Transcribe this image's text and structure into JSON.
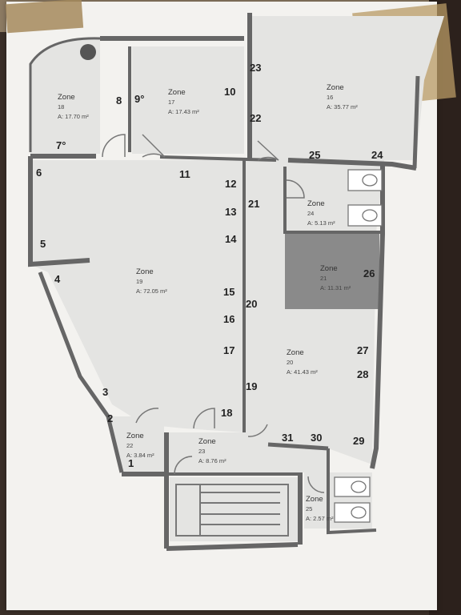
{
  "zones": [
    {
      "id": "zone-18",
      "label": "Zone",
      "number": "18",
      "area": "A: 17.70 m²"
    },
    {
      "id": "zone-17",
      "label": "Zone",
      "number": "17",
      "area": "A: 17.43 m²"
    },
    {
      "id": "zone-16",
      "label": "Zone",
      "number": "16",
      "area": "A: 35.77 m²"
    },
    {
      "id": "zone-24",
      "label": "Zone",
      "number": "24",
      "area": "A: 5.13 m²"
    },
    {
      "id": "zone-21",
      "label": "Zone",
      "number": "21",
      "area": "A: 11.31 m²"
    },
    {
      "id": "zone-19",
      "label": "Zone",
      "number": "19",
      "area": "A: 72.05 m²"
    },
    {
      "id": "zone-20",
      "label": "Zone",
      "number": "20",
      "area": "A: 41.43 m²"
    },
    {
      "id": "zone-22",
      "label": "Zone",
      "number": "22",
      "area": "A: 3.84 m²"
    },
    {
      "id": "zone-23",
      "label": "Zone",
      "number": "23",
      "area": "A: 8.76 m²"
    },
    {
      "id": "zone-25",
      "label": "Zone",
      "number": "25",
      "area": "A: 2.57 m²"
    }
  ],
  "markers": [
    "1",
    "2",
    "3",
    "4",
    "5",
    "6",
    "7°",
    "8",
    "9°",
    "10",
    "11",
    "12",
    "13",
    "14",
    "15",
    "16",
    "17",
    "18",
    "19",
    "20",
    "21",
    "22",
    "23",
    "24",
    "25",
    "26",
    "27",
    "28",
    "29",
    "30",
    "31"
  ],
  "colors": {
    "wall": "#666666",
    "paper": "#f3f2ef",
    "floor": "#e4e4e2",
    "highlight": "#8a8a8a"
  }
}
